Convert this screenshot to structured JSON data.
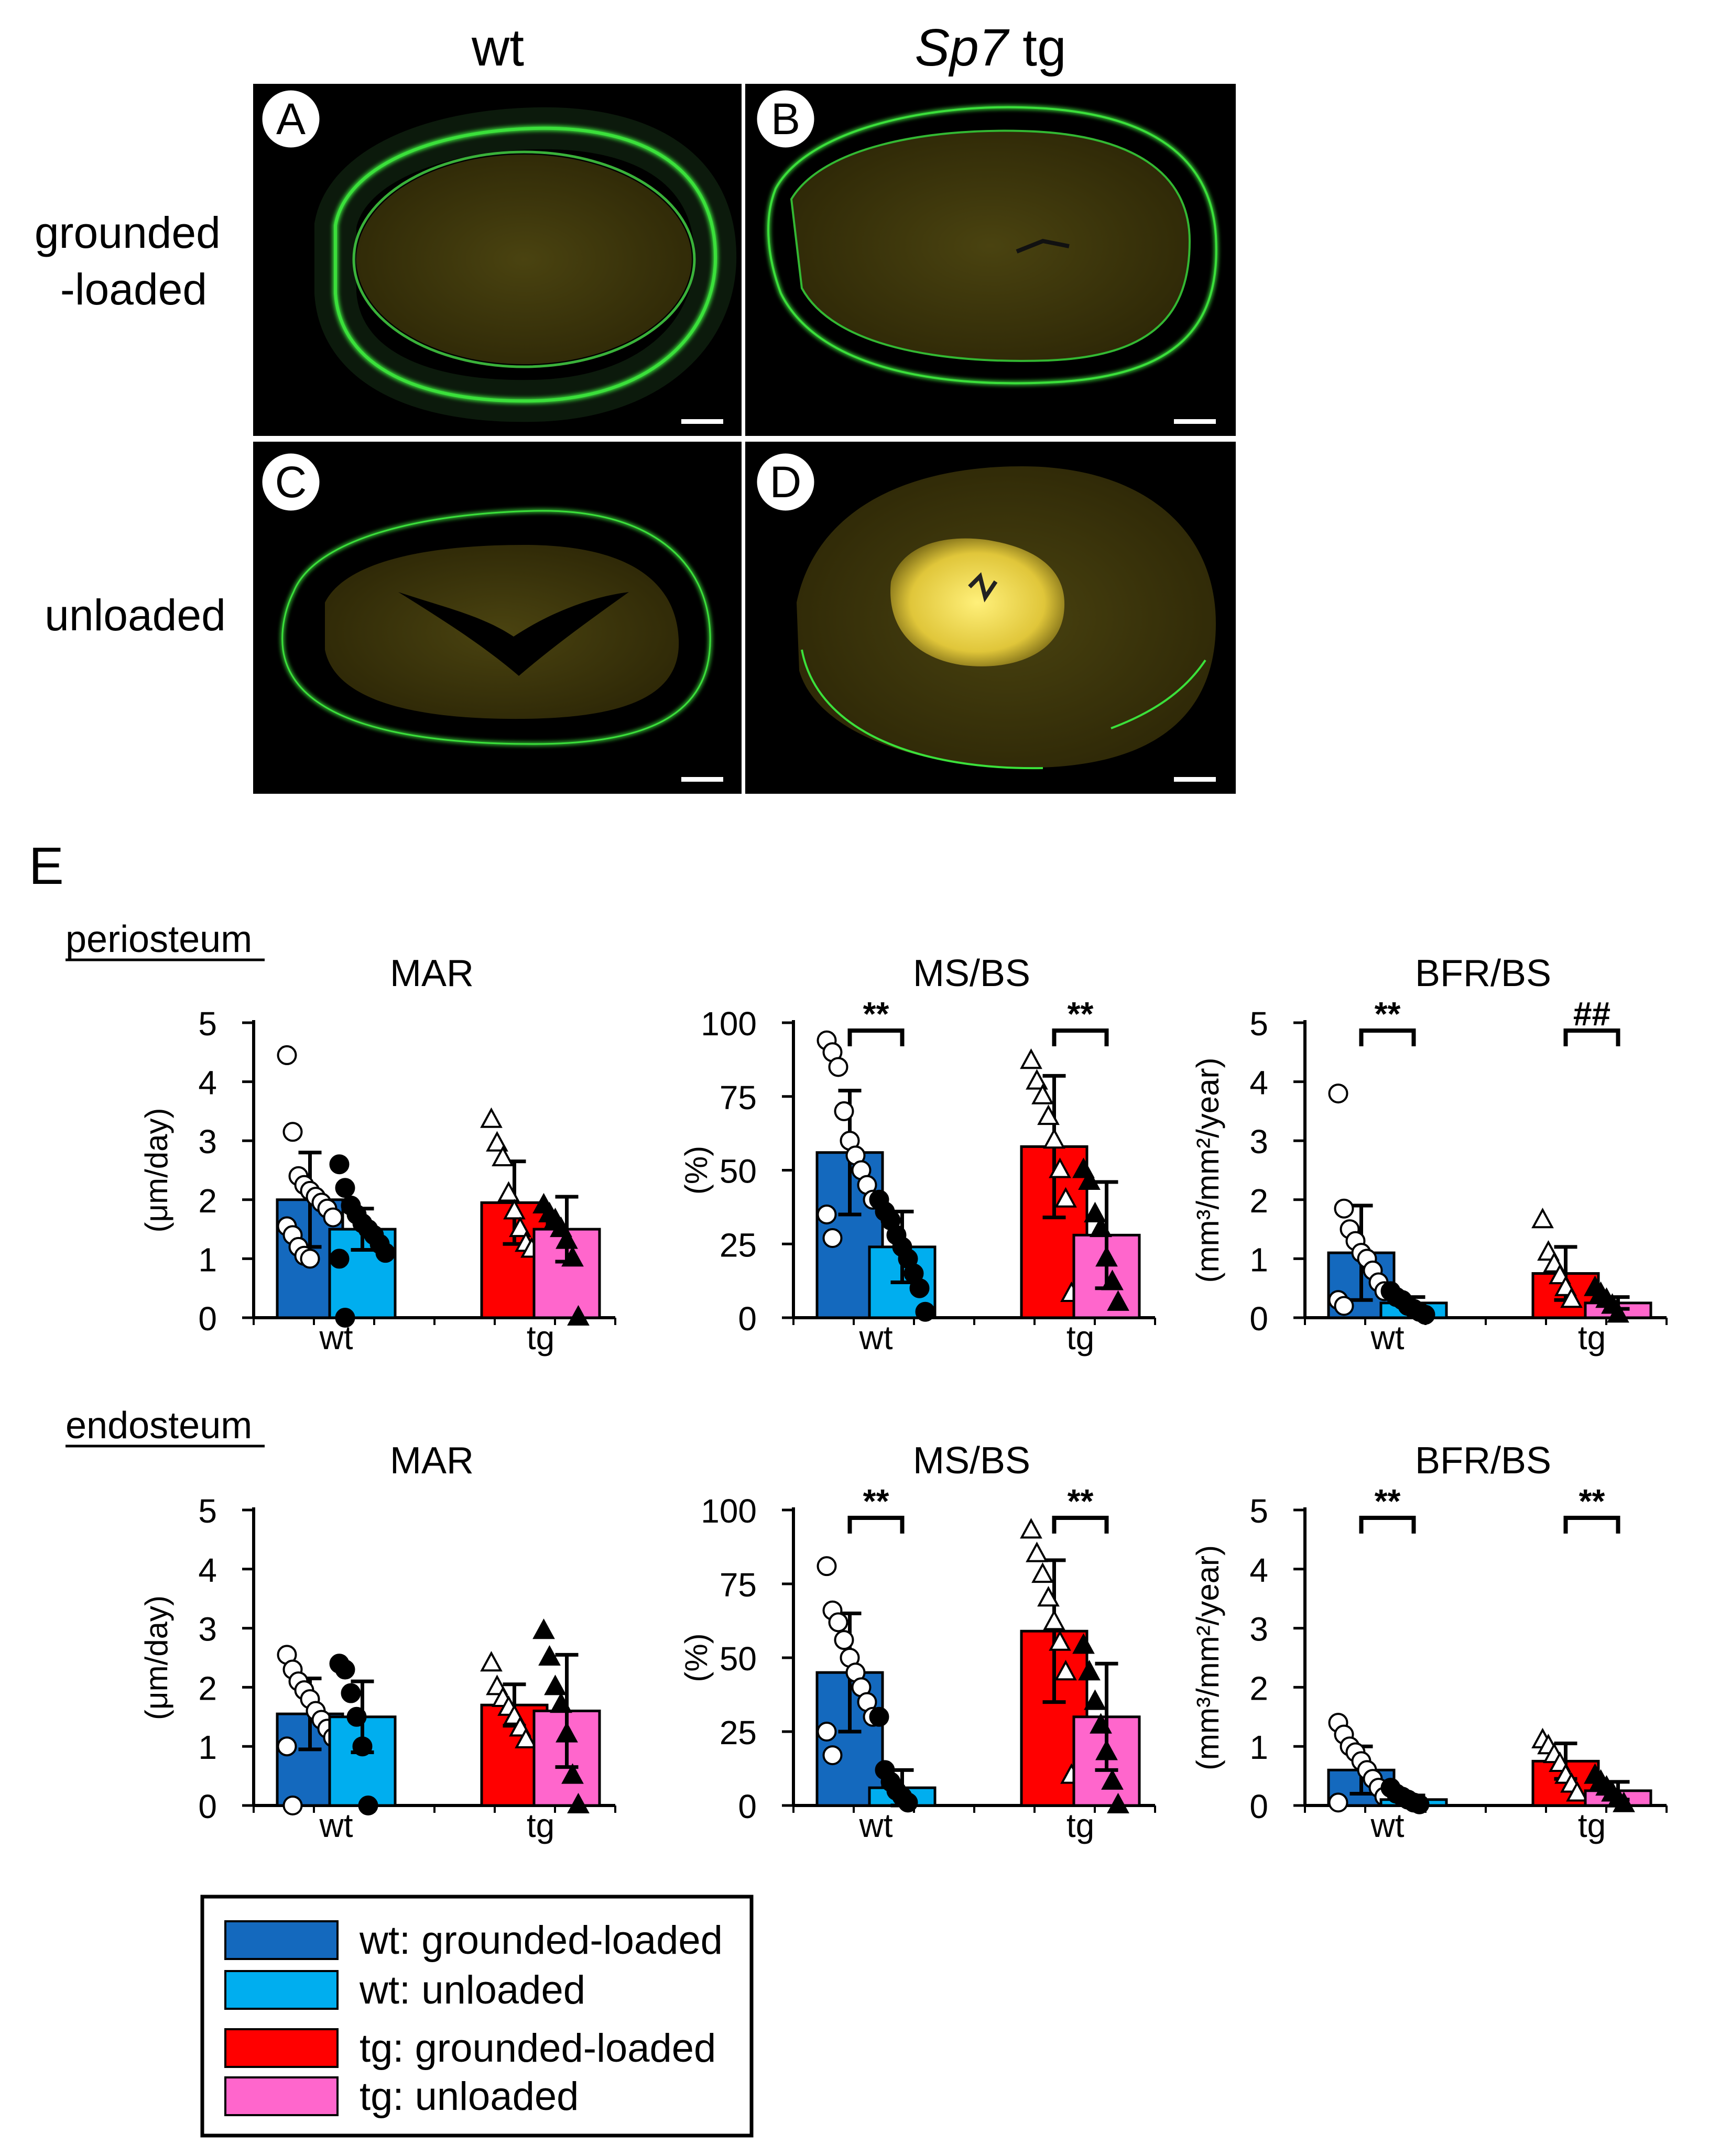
{
  "figure": {
    "col_labels": [
      {
        "text": "wt",
        "italic_prefix": ""
      },
      {
        "text": " tg",
        "italic_prefix": "Sp7"
      }
    ],
    "row_labels": [
      [
        "grounded",
        "-loaded"
      ],
      [
        "unloaded"
      ]
    ],
    "panel_letters": [
      "A",
      "B",
      "C",
      "D"
    ],
    "section_E": "E",
    "section_labels": [
      "periosteum",
      "endosteum"
    ]
  },
  "colors": {
    "wt_loaded": "#1469BE",
    "wt_unloaded": "#00AEEF",
    "tg_loaded": "#FF0000",
    "tg_unloaded": "#FF66CC",
    "bone_green": "#3BE03B",
    "marrow": "#3A3308",
    "marrow_bright": "#E8D24A"
  },
  "legend": {
    "items": [
      {
        "label": "wt: grounded-loaded",
        "color": "#1469BE"
      },
      {
        "label": "wt: unloaded",
        "color": "#00AEEF"
      },
      {
        "label": "tg: grounded-loaded",
        "color": "#FF0000"
      },
      {
        "label": "tg: unloaded",
        "color": "#FF66CC"
      }
    ]
  },
  "chart_data": [
    {
      "type": "bar",
      "section": "periosteum",
      "title": "MAR",
      "ylabel": "(μm/day)",
      "ylim": [
        0,
        5
      ],
      "yticks": [
        0,
        1,
        2,
        3,
        4,
        5
      ],
      "groups": [
        "wt",
        "tg"
      ],
      "series": [
        {
          "name": "wt: grounded-loaded",
          "value": 2.0,
          "sd": 0.8,
          "points": [
            4.45,
            3.15,
            2.4,
            2.25,
            2.15,
            2.05,
            1.95,
            1.85,
            1.7,
            1.55,
            1.4,
            1.2,
            1.05,
            1.0
          ]
        },
        {
          "name": "wt: unloaded",
          "value": 1.5,
          "sd": 0.35,
          "points": [
            2.6,
            2.2,
            1.9,
            1.75,
            1.6,
            1.5,
            1.4,
            1.25,
            1.1,
            1.0,
            0.0
          ]
        },
        {
          "name": "tg: grounded-loaded",
          "value": 1.95,
          "sd": 0.7,
          "points": [
            3.35,
            2.95,
            2.7,
            2.1,
            1.8,
            1.5,
            1.25,
            1.15
          ]
        },
        {
          "name": "tg: unloaded",
          "value": 1.5,
          "sd": 0.55,
          "points": [
            1.9,
            1.75,
            1.65,
            1.5,
            1.3,
            1.0,
            0.0
          ]
        }
      ],
      "annotations": []
    },
    {
      "type": "bar",
      "section": "periosteum",
      "title": "MS/BS",
      "ylabel": "(%)",
      "ylim": [
        0,
        100
      ],
      "yticks": [
        0,
        25,
        50,
        75,
        100
      ],
      "groups": [
        "wt",
        "tg"
      ],
      "series": [
        {
          "name": "wt: grounded-loaded",
          "value": 56,
          "sd": 21,
          "points": [
            94,
            90,
            85,
            70,
            60,
            55,
            50,
            45,
            40,
            35,
            27
          ]
        },
        {
          "name": "wt: unloaded",
          "value": 24,
          "sd": 12,
          "points": [
            40,
            36,
            33,
            28,
            24,
            20,
            15,
            10,
            2
          ]
        },
        {
          "name": "tg: grounded-loaded",
          "value": 58,
          "sd": 24,
          "points": [
            87,
            80,
            75,
            68,
            60,
            50,
            40,
            8
          ]
        },
        {
          "name": "tg: unloaded",
          "value": 28,
          "sd": 18,
          "points": [
            50,
            46,
            35,
            30,
            20,
            12,
            5
          ]
        }
      ],
      "annotations": [
        {
          "text": "**",
          "group": "wt"
        },
        {
          "text": "**",
          "group": "tg"
        }
      ]
    },
    {
      "type": "bar",
      "section": "periosteum",
      "title": "BFR/BS",
      "ylabel": "(mm³/mm²/year)",
      "ylim": [
        0,
        5
      ],
      "yticks": [
        0,
        1,
        2,
        3,
        4,
        5
      ],
      "groups": [
        "wt",
        "tg"
      ],
      "series": [
        {
          "name": "wt: grounded-loaded",
          "value": 1.1,
          "sd": 0.8,
          "points": [
            3.8,
            1.85,
            1.5,
            1.3,
            1.1,
            1.0,
            0.8,
            0.6,
            0.45,
            0.3,
            0.2
          ]
        },
        {
          "name": "wt: unloaded",
          "value": 0.25,
          "sd": 0.1,
          "points": [
            0.45,
            0.35,
            0.3,
            0.2,
            0.15,
            0.1,
            0.05
          ]
        },
        {
          "name": "tg: grounded-loaded",
          "value": 0.75,
          "sd": 0.45,
          "points": [
            1.65,
            1.1,
            0.9,
            0.7,
            0.5,
            0.3
          ]
        },
        {
          "name": "tg: unloaded",
          "value": 0.25,
          "sd": 0.1,
          "points": [
            0.5,
            0.4,
            0.3,
            0.2,
            0.05
          ]
        }
      ],
      "annotations": [
        {
          "text": "**",
          "group": "wt"
        },
        {
          "text": "##",
          "group": "tg"
        }
      ]
    },
    {
      "type": "bar",
      "section": "endosteum",
      "title": "MAR",
      "ylabel": "(μm/day)",
      "ylim": [
        0,
        5
      ],
      "yticks": [
        0,
        1,
        2,
        3,
        4,
        5
      ],
      "groups": [
        "wt",
        "tg"
      ],
      "series": [
        {
          "name": "wt: grounded-loaded",
          "value": 1.55,
          "sd": 0.6,
          "points": [
            2.55,
            2.3,
            2.1,
            1.95,
            1.8,
            1.6,
            1.45,
            1.3,
            1.15,
            1.0,
            0.0
          ]
        },
        {
          "name": "wt: unloaded",
          "value": 1.5,
          "sd": 0.6,
          "points": [
            2.4,
            2.3,
            1.9,
            1.5,
            1.0,
            0.0
          ]
        },
        {
          "name": "tg: grounded-loaded",
          "value": 1.7,
          "sd": 0.35,
          "points": [
            2.4,
            2.0,
            1.8,
            1.65,
            1.5,
            1.3,
            1.1
          ]
        },
        {
          "name": "tg: unloaded",
          "value": 1.6,
          "sd": 0.95,
          "points": [
            2.95,
            2.5,
            2.0,
            1.7,
            1.2,
            0.5,
            0.0
          ]
        }
      ],
      "annotations": []
    },
    {
      "type": "bar",
      "section": "endosteum",
      "title": "MS/BS",
      "ylabel": "(%)",
      "ylim": [
        0,
        100
      ],
      "yticks": [
        0,
        25,
        50,
        75,
        100
      ],
      "groups": [
        "wt",
        "tg"
      ],
      "series": [
        {
          "name": "wt: grounded-loaded",
          "value": 45,
          "sd": 20,
          "points": [
            81,
            66,
            62,
            56,
            50,
            45,
            40,
            35,
            30,
            25,
            17
          ]
        },
        {
          "name": "wt: unloaded",
          "value": 6,
          "sd": 6,
          "points": [
            30,
            12,
            8,
            5,
            3,
            1
          ]
        },
        {
          "name": "tg: grounded-loaded",
          "value": 59,
          "sd": 24,
          "points": [
            93,
            85,
            78,
            70,
            62,
            55,
            45,
            10
          ]
        },
        {
          "name": "tg: unloaded",
          "value": 30,
          "sd": 18,
          "points": [
            54,
            45,
            35,
            27,
            18,
            8,
            0
          ]
        }
      ],
      "annotations": [
        {
          "text": "**",
          "group": "wt"
        },
        {
          "text": "**",
          "group": "tg"
        }
      ]
    },
    {
      "type": "bar",
      "section": "endosteum",
      "title": "BFR/BS",
      "ylabel": "(mm³/mm²/year)",
      "ylim": [
        0,
        5
      ],
      "yticks": [
        0,
        1,
        2,
        3,
        4,
        5
      ],
      "groups": [
        "wt",
        "tg"
      ],
      "series": [
        {
          "name": "wt: grounded-loaded",
          "value": 0.6,
          "sd": 0.4,
          "points": [
            1.4,
            1.2,
            1.0,
            0.9,
            0.75,
            0.6,
            0.45,
            0.3,
            0.15,
            0.05
          ]
        },
        {
          "name": "wt: unloaded",
          "value": 0.1,
          "sd": 0.07,
          "points": [
            0.3,
            0.2,
            0.15,
            0.1,
            0.05,
            0.02
          ]
        },
        {
          "name": "tg: grounded-loaded",
          "value": 0.75,
          "sd": 0.3,
          "points": [
            1.1,
            1.0,
            0.85,
            0.7,
            0.5,
            0.35,
            0.2
          ]
        },
        {
          "name": "tg: unloaded",
          "value": 0.25,
          "sd": 0.15,
          "points": [
            0.5,
            0.4,
            0.3,
            0.2,
            0.1,
            0.02
          ]
        }
      ],
      "annotations": [
        {
          "text": "**",
          "group": "wt"
        },
        {
          "text": "**",
          "group": "tg"
        }
      ]
    }
  ]
}
